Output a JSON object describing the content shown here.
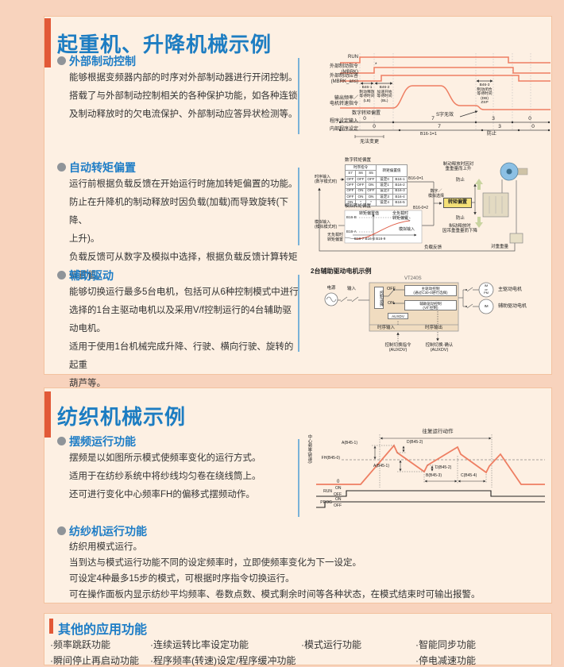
{
  "crane": {
    "title": "起重机、升降机械示例",
    "s1h": "外部制动控制",
    "s1b": "能够根据变频器内部的时序对外部制动器进行开闭控制。\n搭载了与外部制动控制相关的各种保护功能，如各种连锁\n及制动释放时的欠电流保护、外部制动应答异状检测等。",
    "s2h": "自动转矩偏置",
    "s2b": "运行前根据负载反馈在开始运行时施加转矩偏置的功能。\n防止在升降机的制动释放时因负载(加载)而导致旋转(下降、\n上升)。\n负载反馈可从数字及模拟中选择，根据负载反馈计算转矩偏置值。",
    "s3h": "辅助驱动",
    "s3b": "能够切换运行最多5台电机，包括可从6种控制模式中进行\n选择的1台主驱动电机以及采用V/f控制运行的4台辅助驱\n动电机。\n适用于使用1台机械完成升降、行驶、横向行驶、旋转的起重\n葫芦等。"
  },
  "textile": {
    "title": "纺织机械示例",
    "s1h": "摆频运行功能",
    "s1b": "摆频是以如图所示模式使频率变化的运行方式。\n适用于在纺纱系统中将纱线均匀卷在绕线筒上。\n还可进行变化中心频率FH的偏移式摆频动作。",
    "s2h": "纺纱机运行功能",
    "s2b": "纺织用模式运行。\n当到达与模式运行功能不同的设定频率时，立即使频率变化为下一设定。\n可设定4种最多15步的模式，可根据时序指令切换运行。\n可在操作面板内显示纺纱平均频率、卷数点数、模式剩余时间等各种状态，在模式结束时可输出报警。"
  },
  "other": {
    "title": "其他的应用功能",
    "items1": [
      "·频率跳跃功能",
      "·连续运转比率设定功能",
      "·模式运行功能",
      "·智能同步功能"
    ],
    "items2": [
      "·瞬间停止再启动功能",
      "·程序频率(转速)设定/程序缓冲功能",
      "·停电减速功能"
    ]
  },
  "d1": {
    "run": "RUN",
    "mbrk": "外部制动指令\n(MBRK)",
    "ans": "外部制动应答\n(MBRK_ans)",
    "freq": "输出频率／\n电机转速指令",
    "prog_in": "程序设定输入",
    "prog_int": "内部程序设定",
    "b461": "B46-1\n制动释放\n等待时间\n(LB)",
    "b462": "B46-2\n加速开始\n等待时间\n(BL)",
    "b463": "B46-3\n制动闭合\n等待时间\n(DB)\nZSP",
    "dig": "数字转矩偏置",
    "s_inv": "S字无效",
    "star": "*",
    "v1": [
      "0",
      "7",
      "3",
      "0"
    ],
    "v2": [
      "0",
      "7",
      "3",
      "0"
    ],
    "b16": "B16-1=1",
    "prevent": "防止",
    "nochange": "无法变更"
  },
  "d2": {
    "title_tbl": "数字转矩偏置",
    "th_seq": "时序指令",
    "th_bias": "转矩偏置值",
    "c1": "S7",
    "c2": "S6",
    "c3": "S5",
    "rows": [
      [
        "OFF",
        "OFF",
        "OFF",
        "设定0",
        "B16-1"
      ],
      [
        "OFF",
        "OFF",
        "ON",
        "设定1",
        "B16-2"
      ],
      [
        "OFF",
        "ON",
        "OFF",
        "设定2",
        "B16-3"
      ],
      [
        "OFF",
        "ON",
        "ON",
        "设定3",
        "B16-4"
      ],
      [
        "ON",
        "*",
        "*",
        "设定4",
        "B16-5"
      ]
    ],
    "seq_in": "时序输入\n(数字模式时)",
    "ana_in": "模拟输入\n(模拟模式时)",
    "g_title": "模拟转矩偏置",
    "g_y": "转矩偏置值",
    "full": "全负载时\n转矩偏置",
    "g_x": "模拟输入",
    "tb": "B16-B",
    "ta": "B16-A",
    "tx": "B16-7 B16-8 B16-9",
    "noload": "无负载时\n转矩偏置",
    "b01": "B16-0=1",
    "b02": "B16-0=2",
    "sel": "数字／\n模拟选择",
    "bias": "转矩偏置",
    "rise": "制动释放时因对\n重重量而上升",
    "prev1": "防止",
    "prev2": "防止",
    "fall": "制动释放时\n因吊重重量而下降",
    "fb": "负载反馈",
    "cw": "对重重量"
  },
  "d3": {
    "cap": "2台辅助驱动电机示例",
    "model": "VT240S",
    "power": "电源",
    "input": "输入",
    "sel": "控制选择",
    "off": "OFF",
    "on": "ON",
    "main": "主驱动控制\n(通过C30-0进行选择)",
    "aux": "辅助驱动控制\n(V/f 控制)",
    "auxdv": "AUXDV",
    "sin": "时序输入",
    "sout": "时序输出",
    "cmd": "控制切换指令\n(AUXDV)",
    "ack": "控制切换·确认\n(AUXDV)",
    "m1": "IM\nor\nPM",
    "m2": "IM",
    "m1l": "主驱动电机",
    "m2l": "辅助驱动电机"
  },
  "d4": {
    "ylab": "中心频率(转速)",
    "fh": "FH(B45-0)",
    "zero": "0",
    "recip": "往复运行动作",
    "a": "A(B45-1)",
    "d": "D(B45-2)",
    "b": "B(B45-3)",
    "c": "C(B45-4)",
    "run": "RUN",
    "prog": "PROG",
    "on": "ON",
    "off": "OFF"
  },
  "colors": {
    "accent_orange": "#e25937",
    "title_blue": "#1d7dc2",
    "wave_salmon": "#ee7e62",
    "divider_blue": "#7ab3d8",
    "bias_yellow": "#f4e077",
    "page_bg": "#f8d3bd",
    "panel_bg": "#fdf0e3"
  }
}
